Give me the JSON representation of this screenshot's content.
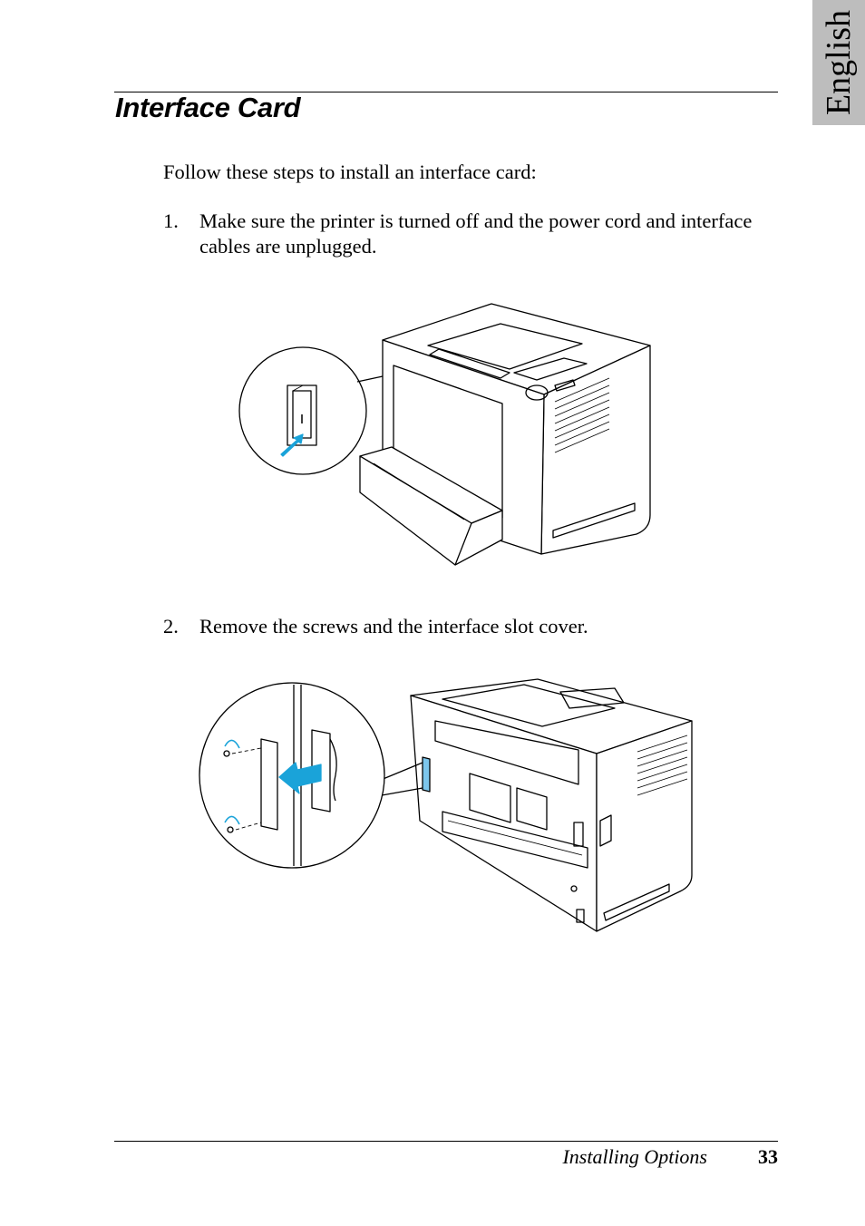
{
  "side_tab": {
    "label": "English"
  },
  "section": {
    "title": "Interface Card"
  },
  "intro": "Follow these steps to install an interface card:",
  "steps": [
    {
      "number": "1.",
      "text": "Make sure the printer is turned off and the power cord and interface cables are unplugged."
    },
    {
      "number": "2.",
      "text": "Remove the screws and the interface slot cover."
    }
  ],
  "illustrations": {
    "figure1": "power-switch-illustration",
    "figure2": "interface-slot-cover-illustration",
    "arrow_color": "#1aa3d9",
    "highlight_color": "#7cc6ec"
  },
  "footer": {
    "chapter": "Installing Options",
    "page": "33"
  }
}
